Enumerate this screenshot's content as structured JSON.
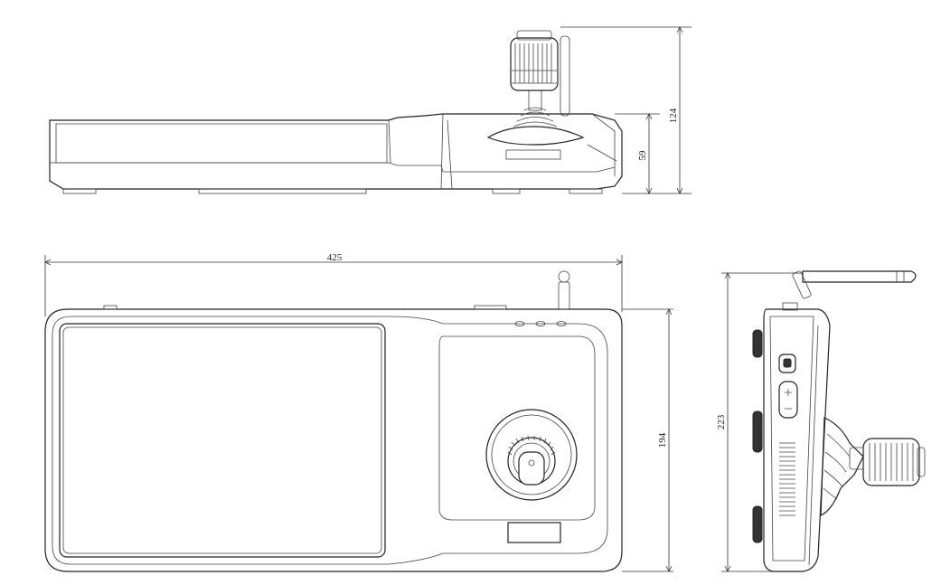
{
  "dimensions": {
    "height_total": "124",
    "height_body": "59",
    "length": "425",
    "width_depth": "194",
    "side_height": "223"
  },
  "colors": {
    "line": "#222222",
    "background": "#ffffff"
  }
}
